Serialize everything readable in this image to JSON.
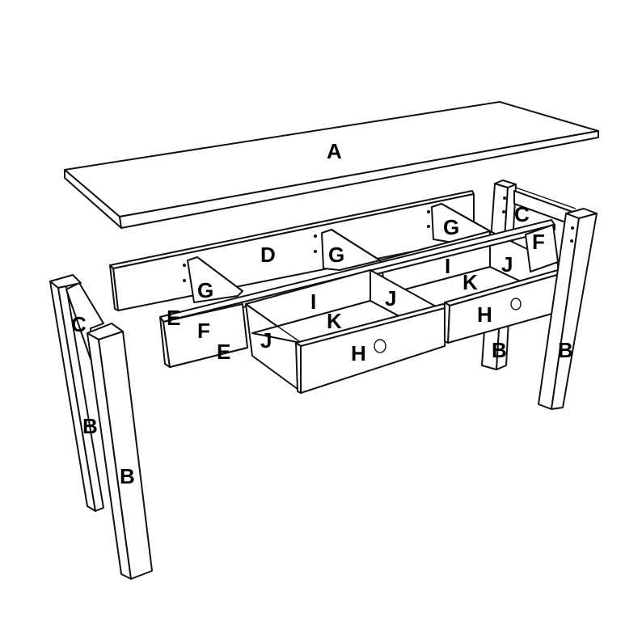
{
  "diagram": {
    "type": "exploded-assembly-view",
    "subject": "console table with two drawers",
    "line_color": "#111111",
    "background": "#ffffff",
    "labels": {
      "top": "A",
      "leg_front_left": "B",
      "leg_back_left": "B",
      "leg_back_right": "B",
      "leg_front_right": "B",
      "side_rail_left": "C",
      "side_rail_right": "C",
      "back_apron": "D",
      "front_rail_upper": "E",
      "front_rail_lower": "E",
      "front_frame_left": "F",
      "side_frame_right": "F",
      "divider_left": "G",
      "divider_middle": "G",
      "divider_right": "G",
      "drawer_front_left": "H",
      "drawer_front_right": "H",
      "drawer_back_left": "I",
      "drawer_back_right": "I",
      "drawer_side_left_outer": "J",
      "drawer_side_left_inner": "J",
      "drawer_side_right_inner": "J",
      "drawer_bottom_left": "K",
      "drawer_bottom_right": "K"
    }
  }
}
